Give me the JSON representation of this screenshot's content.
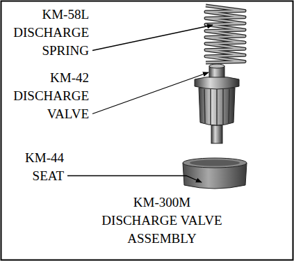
{
  "diagram": {
    "caption": "KM-300M DISCHARGE VALVE ASSEMBLY",
    "labels": [
      "KM-58L DISCHARGE SPRING",
      "KM-42 DISCHARGE VALVE",
      "KM-44 SEAT"
    ]
  }
}
